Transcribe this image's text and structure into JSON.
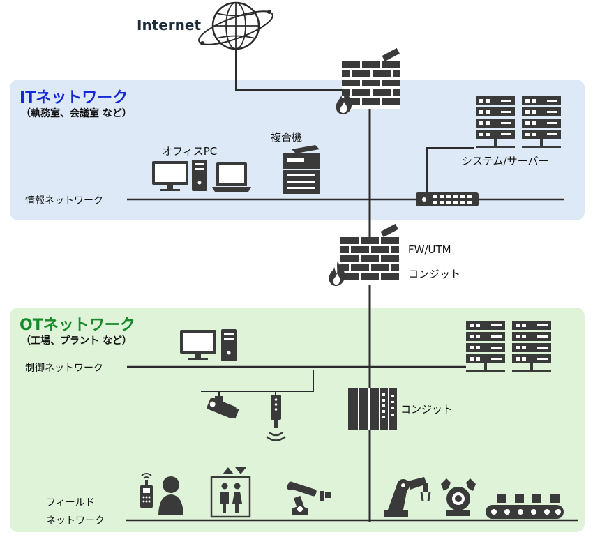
{
  "internet": {
    "label": "Internet"
  },
  "it_network": {
    "title": "ITネットワーク",
    "subtitle": "（執務室、会議室 など）",
    "network_label": "情報ネットワーク",
    "devices": {
      "office_pc": "オフィスPC",
      "mfp": "複合機",
      "servers": "システム/サーバー"
    }
  },
  "boundary": {
    "fw_label": "FW/UTM",
    "consult_label": "コンジット"
  },
  "ot_network": {
    "title": "OTネットワーク",
    "subtitle": "（工場、プラント など）",
    "control_network_label": "制御ネットワーク",
    "plc_label": "コンジット",
    "field_network_label_line1": "フィールド",
    "field_network_label_line2": "ネットワーク"
  },
  "colors": {
    "it_zone": "#dde9f6",
    "ot_zone": "#dff3d9",
    "it_title": "#1428d6",
    "ot_title": "#178a2a",
    "device": "#3a3a3a"
  }
}
